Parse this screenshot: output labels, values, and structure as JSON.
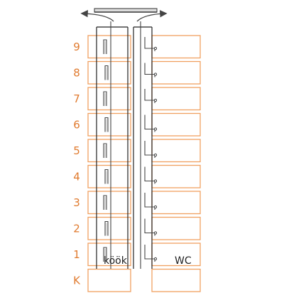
{
  "floors": [
    {
      "label": "9",
      "kitchen": "",
      "wc": ""
    },
    {
      "label": "8",
      "kitchen": "",
      "wc": ""
    },
    {
      "label": "7",
      "kitchen": "",
      "wc": ""
    },
    {
      "label": "6",
      "kitchen": "",
      "wc": ""
    },
    {
      "label": "5",
      "kitchen": "",
      "wc": ""
    },
    {
      "label": "4",
      "kitchen": "",
      "wc": ""
    },
    {
      "label": "3",
      "kitchen": "",
      "wc": ""
    },
    {
      "label": "2",
      "kitchen": "",
      "wc": ""
    },
    {
      "label": "1",
      "kitchen": "köök",
      "wc": "WC"
    },
    {
      "label": "K",
      "kitchen": "",
      "wc": ""
    }
  ],
  "colors": {
    "floor_outline": "#f0a060",
    "floor_number": "#e07a2e",
    "duct": "#444444"
  },
  "icons": [
    "exhaust-arrow-left-icon",
    "exhaust-arrow-right-icon",
    "roof-cap-icon"
  ]
}
